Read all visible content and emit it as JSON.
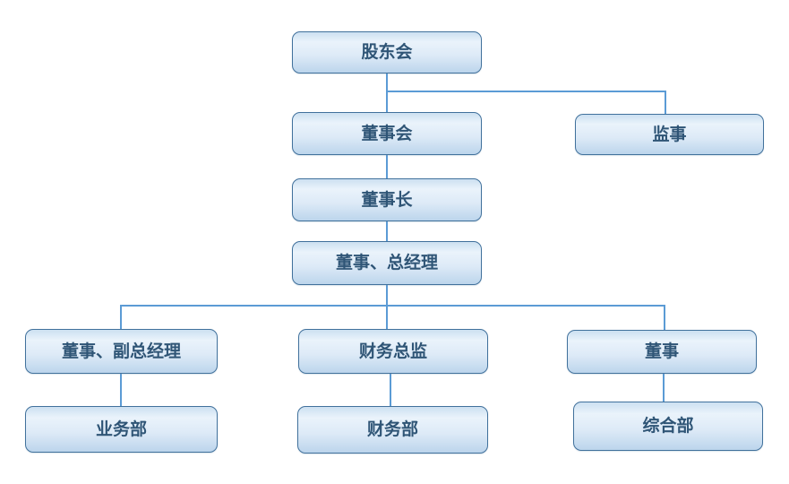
{
  "diagram": {
    "type": "org-chart",
    "background_color": "#ffffff",
    "node_border_color": "#41719c",
    "node_fill_top": "#eaf3fb",
    "node_fill_bottom": "#bcd5ec",
    "node_text_color": "#2f5576",
    "connector_color": "#5b9bd5",
    "nodes": [
      {
        "id": "shareholders-meeting",
        "label": "股东会",
        "parent": null
      },
      {
        "id": "board-of-directors",
        "label": "董事会",
        "parent": "shareholders-meeting"
      },
      {
        "id": "supervisor",
        "label": "监事",
        "parent": "shareholders-meeting"
      },
      {
        "id": "chairman",
        "label": "董事长",
        "parent": "board-of-directors"
      },
      {
        "id": "director-general-manager",
        "label": "董事、总经理",
        "parent": "chairman"
      },
      {
        "id": "director-deputy-general-manager",
        "label": "董事、副总经理",
        "parent": "director-general-manager"
      },
      {
        "id": "finance-director",
        "label": "财务总监",
        "parent": "director-general-manager"
      },
      {
        "id": "director",
        "label": "董事",
        "parent": "director-general-manager"
      },
      {
        "id": "business-department",
        "label": "业务部",
        "parent": "director-deputy-general-manager"
      },
      {
        "id": "finance-department",
        "label": "财务部",
        "parent": "finance-director"
      },
      {
        "id": "general-department",
        "label": "综合部",
        "parent": "director"
      }
    ]
  }
}
